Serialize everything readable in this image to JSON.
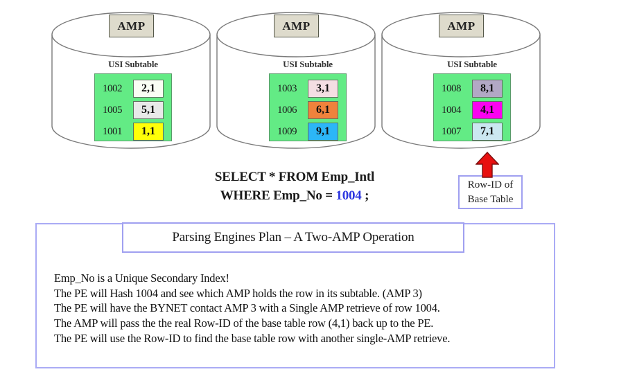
{
  "amps": [
    {
      "label": "AMP",
      "subtable_label": "USI Subtable",
      "rows": [
        {
          "hash": "1002",
          "rowid": "2,1",
          "color": "#f9fdf4"
        },
        {
          "hash": "1005",
          "rowid": "5,1",
          "color": "#e9e9e9"
        },
        {
          "hash": "1001",
          "rowid": "1,1",
          "color": "#ffff08"
        }
      ]
    },
    {
      "label": "AMP",
      "subtable_label": "USI Subtable",
      "rows": [
        {
          "hash": "1003",
          "rowid": "3,1",
          "color": "#f4dee3"
        },
        {
          "hash": "1006",
          "rowid": "6,1",
          "color": "#f0823c"
        },
        {
          "hash": "1009",
          "rowid": "9,1",
          "color": "#2cb6f7"
        }
      ]
    },
    {
      "label": "AMP",
      "subtable_label": "USI Subtable",
      "rows": [
        {
          "hash": "1008",
          "rowid": "8,1",
          "color": "#b2a8c5"
        },
        {
          "hash": "1004",
          "rowid": "4,1",
          "color": "#fb02f0"
        },
        {
          "hash": "1007",
          "rowid": "7,1",
          "color": "#cbe7f1"
        }
      ]
    }
  ],
  "query": {
    "line1": "SELECT * FROM Emp_Intl",
    "line2_prefix": "WHERE Emp_No = ",
    "line2_value": "1004",
    "line2_suffix": " ;"
  },
  "callout": {
    "line1": "Row-ID of",
    "line2": "Base Table"
  },
  "plan": {
    "title": "Parsing Engines Plan – A Two-AMP Operation",
    "lines": [
      "Emp_No is a Unique Secondary Index!",
      "The PE will Hash 1004 and see which AMP holds the row in its subtable. (AMP 3)",
      "The PE will have the BYNET contact AMP 3 with a Single AMP retrieve of row 1004.",
      "The AMP will pass the the real Row-ID of the base table row (4,1) back up to the PE.",
      "The PE will use the Row-ID to find the base table row with another single-AMP retrieve."
    ]
  },
  "colors": {
    "subtable_green": "#63eb85",
    "amp_box_tan": "#dedbcc",
    "box_border_blue": "#a0a0f0",
    "arrow_red": "#e81010",
    "query_value_blue": "#2b35e0"
  }
}
